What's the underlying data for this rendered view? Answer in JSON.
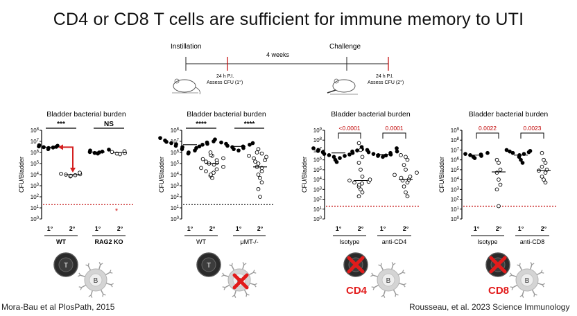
{
  "slide": {
    "title": "CD4 or CD8 T cells are sufficient for immune memory to UTI",
    "citation_left": "Mora-Bau et al PlosPath, 2015",
    "citation_right": "Rousseau, et al. 2023 Science Immunology"
  },
  "timeline": {
    "instillation": "Instillation",
    "challenge": "Challenge",
    "interval": "4 weeks",
    "assess1_line1": "24 h P.I.",
    "assess1_line2": "Assess CFU (1°)",
    "assess2_line1": "24 h P.I.",
    "assess2_line2": "Assess CFU (2°)"
  },
  "chart_data": [
    {
      "type": "scatter",
      "title": "Bladder bacterial burden",
      "ylabel": "CFU/Bladder",
      "yscale": "log",
      "ylim": [
        1,
        100000000
      ],
      "ticks": [
        "10^0",
        "10^1",
        "10^2",
        "10^3",
        "10^4",
        "10^5",
        "10^6",
        "10^7",
        "10^8"
      ],
      "detection_limit": 20,
      "detection_color": "#c00000",
      "categories": [
        "1°",
        "2°",
        "1°",
        "2°"
      ],
      "groups": [
        "WT",
        "RAG2 KO"
      ],
      "significance": [
        "***",
        "NS"
      ],
      "series": [
        {
          "filled": true,
          "values": [
            4000000,
            3000000,
            2500000,
            3500000,
            2800000,
            4500000,
            2000000,
            3200000
          ],
          "median": 3000000
        },
        {
          "filled": false,
          "values": [
            15000,
            10000,
            8000,
            12000,
            9000,
            11000,
            7000
          ],
          "median": 10000
        },
        {
          "filled": true,
          "values": [
            1200000,
            900000,
            1500000,
            1000000,
            800000,
            1800000,
            1100000
          ],
          "median": 1100000
        },
        {
          "filled": false,
          "values": [
            1100000,
            700000,
            900000,
            1300000,
            800000
          ],
          "median": 1000000
        }
      ]
    },
    {
      "type": "scatter",
      "title": "Bladder bacterial burden",
      "ylabel": "CFU/Bladder",
      "yscale": "log",
      "ylim": [
        1,
        100000000
      ],
      "ticks": [
        "10^0",
        "10^1",
        "10^2",
        "10^3",
        "10^4",
        "10^5",
        "10^6",
        "10^7",
        "10^8"
      ],
      "detection_limit": 20,
      "detection_color": "#000000",
      "categories": [
        "1°",
        "2°",
        "1°",
        "2°"
      ],
      "groups": [
        "WT",
        "μMT-/-"
      ],
      "significance": [
        "****",
        "****"
      ],
      "series": [
        {
          "filled": true,
          "values": [
            20000000,
            15000000,
            10000000,
            8000000,
            5000000,
            3000000,
            2000000,
            12000000,
            6000000,
            4000000,
            2500000,
            1500000,
            9000000,
            7000000,
            1000000,
            800000,
            3500000,
            5500000
          ],
          "median": 5000000
        },
        {
          "filled": false,
          "values": [
            1000000,
            500000,
            300000,
            200000,
            100000,
            50000,
            30000,
            20000,
            10000,
            8000,
            150000,
            80000,
            40000,
            250000,
            600000,
            15000,
            5000,
            120000
          ],
          "median": 100000
        },
        {
          "filled": true,
          "values": [
            8000000,
            6000000,
            5000000,
            4000000,
            3000000,
            2500000,
            2000000,
            1500000,
            7000000,
            3500000
          ],
          "median": 3500000
        },
        {
          "filled": false,
          "values": [
            2000000,
            1000000,
            800000,
            500000,
            300000,
            200000,
            100000,
            50000,
            20000,
            10000,
            5000,
            2000,
            500,
            100,
            40000,
            150000,
            400000
          ],
          "median": 50000
        }
      ]
    },
    {
      "type": "scatter",
      "title": "Bladder bacterial burden",
      "ylabel": "CFU/Bladder",
      "yscale": "log",
      "ylim": [
        1,
        1000000000
      ],
      "ticks": [
        "10^0",
        "10^1",
        "10^2",
        "10^3",
        "10^4",
        "10^5",
        "10^6",
        "10^7",
        "10^8",
        "10^9"
      ],
      "detection_limit": 20,
      "detection_color": "#c00000",
      "categories": [
        "1°",
        "2°",
        "1°",
        "2°"
      ],
      "groups": [
        "Isotype",
        "anti-CD4"
      ],
      "pvalues": [
        "<0.0001",
        "0.0001"
      ],
      "series": [
        {
          "filled": true,
          "values": [
            20000000,
            15000000,
            10000000,
            8000000,
            6000000,
            5000000,
            4000000,
            3000000,
            2000000,
            1500000,
            1000000,
            12000000,
            7000000,
            2500000,
            3500000,
            600000,
            9000000
          ],
          "median": 5000000
        },
        {
          "filled": false,
          "values": [
            50000000,
            10000000,
            2000000,
            500000,
            100000,
            20000,
            8000,
            5000,
            3000,
            2000,
            1000,
            500,
            200,
            10000,
            6000,
            4000
          ],
          "median": 8000
        },
        {
          "filled": true,
          "values": [
            15000000,
            10000000,
            7000000,
            5000000,
            4000000,
            3000000,
            2500000,
            2000000,
            3500000,
            6000000,
            2800000
          ],
          "median": 3500000
        },
        {
          "filled": false,
          "values": [
            3000000,
            2000000,
            1000000,
            300000,
            100000,
            50000,
            20000,
            10000,
            5000,
            2000,
            500,
            200,
            30000,
            8000,
            15000
          ],
          "median": 10000
        }
      ]
    },
    {
      "type": "scatter",
      "title": "Bladder bacterial burden",
      "ylabel": "CFU/Bladder",
      "yscale": "log",
      "ylim": [
        1,
        1000000000
      ],
      "ticks": [
        "10^0",
        "10^1",
        "10^2",
        "10^3",
        "10^4",
        "10^5",
        "10^6",
        "10^7",
        "10^8",
        "10^9"
      ],
      "detection_limit": 20,
      "detection_color": "#c00000",
      "categories": [
        "1°",
        "2°",
        "1°",
        "2°"
      ],
      "groups": [
        "Isotype",
        "anti-CD8"
      ],
      "pvalues": [
        "0.0022",
        "0.0023"
      ],
      "series": [
        {
          "filled": true,
          "values": [
            4000000,
            3000000,
            2500000,
            3500000,
            2000000,
            5000000,
            1500000
          ],
          "median": 3000000
        },
        {
          "filled": false,
          "values": [
            1000000,
            500000,
            100000,
            50000,
            10000,
            3000,
            1000,
            20
          ],
          "median": 60000
        },
        {
          "filled": true,
          "values": [
            10000000,
            8000000,
            6000000,
            5000000,
            4000000,
            3000000,
            2000000,
            1000000,
            500000,
            7000000
          ],
          "median": 3000000
        },
        {
          "filled": false,
          "values": [
            5000000,
            1000000,
            500000,
            200000,
            100000,
            50000,
            20000,
            10000,
            5000,
            80000
          ],
          "median": 80000
        }
      ]
    }
  ],
  "cells": {
    "t_label": "T",
    "b_label": "B",
    "cd4_label": "CD4",
    "cd8_label": "CD8"
  }
}
